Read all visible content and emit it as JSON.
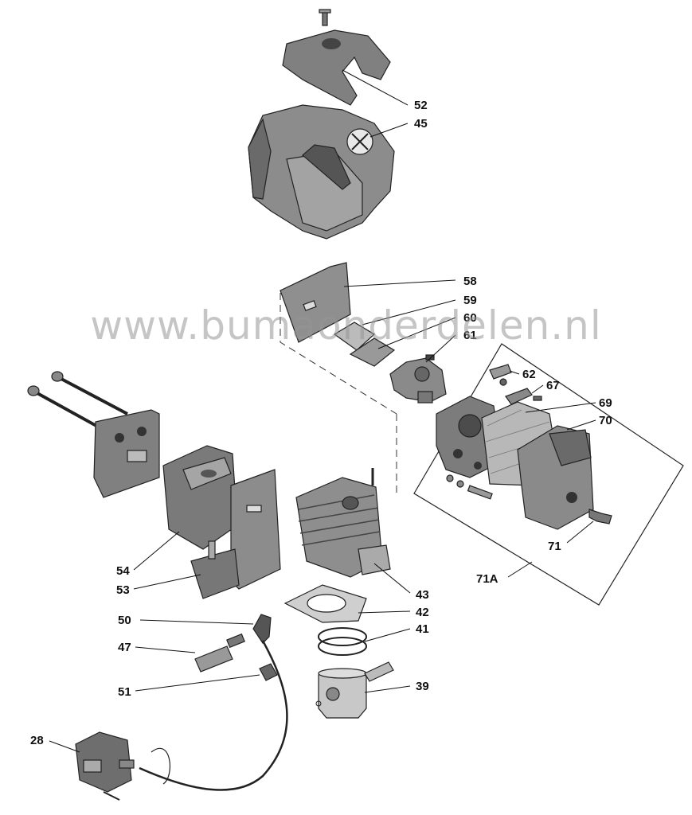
{
  "watermark": "www.bumaonderdelen.nl",
  "colors": {
    "part_fill": "#8a8a8a",
    "part_dark": "#5e5e5e",
    "part_light": "#b7b7b7",
    "line": "#222222"
  },
  "labels": {
    "p52": "52",
    "p45": "45",
    "p58": "58",
    "p59": "59",
    "p60": "60",
    "p61": "61",
    "p62": "62",
    "p67": "67",
    "p69": "69",
    "p70": "70",
    "p71": "71",
    "p71A": "71A",
    "p54": "54",
    "p53": "53",
    "p43": "43",
    "p42": "42",
    "p41": "41",
    "p50": "50",
    "p47": "47",
    "p51": "51",
    "p39": "39",
    "p28": "28"
  }
}
